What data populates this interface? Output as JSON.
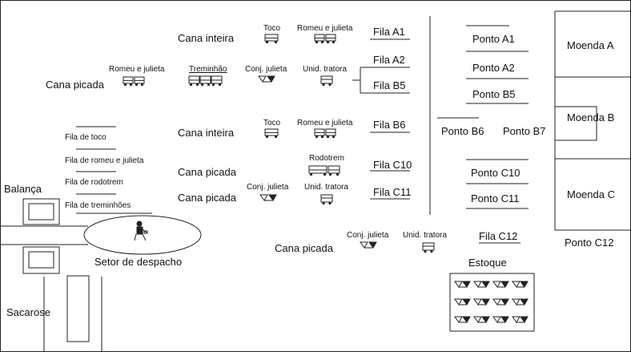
{
  "labels": {
    "cana_inteira_1": "Cana inteira",
    "cana_picada_1": "Cana picada",
    "cana_inteira_2": "Cana inteira",
    "cana_picada_2": "Cana picada",
    "cana_picada_3": "Cana picada",
    "cana_picada_4": "Cana picada"
  },
  "vehicles": {
    "toco_1": "Toco",
    "romeu_1": "Romeu e julieta",
    "romeu_left": "Romeu e julieta",
    "treminhao": "Treminhão",
    "conj_julieta_1": "Conj. julieta",
    "unid_tratora_1": "Unid. tratora",
    "toco_2": "Toco",
    "romeu_2": "Romeu e julieta",
    "rodotrem": "Rodotrem",
    "conj_julieta_2": "Conj. julieta",
    "unid_tratora_2": "Unid. tratora",
    "conj_julieta_3": "Conj. julieta",
    "unid_tratora_3": "Unid. tratora"
  },
  "filas": {
    "a1": "Fila A1",
    "a2": "Fila A2",
    "b5": "Fila B5",
    "b6": "Fila B6",
    "c10": "Fila C10",
    "c11": "Fila C11",
    "c12": "Fila C12"
  },
  "pontos": {
    "a1": "Ponto A1",
    "a2": "Ponto A2",
    "b5": "Ponto B5",
    "b6": "Ponto B6",
    "b7": "Ponto B7",
    "c10": "Ponto C10",
    "c11": "Ponto C11",
    "c12": "Ponto C12"
  },
  "moendas": {
    "a": "Moenda A",
    "b": "Moenda B",
    "c": "Moenda C"
  },
  "left_queues": {
    "toco": "Fila de toco",
    "romeu": "Fila de romeu e julieta",
    "rodotrem": "Fila de rodotrem",
    "treminhoes": "Fila de treminhões"
  },
  "areas": {
    "balanca": "Balança",
    "setor": "Setor de despacho",
    "sacarose": "Sacarose",
    "estoque": "Estoque"
  }
}
